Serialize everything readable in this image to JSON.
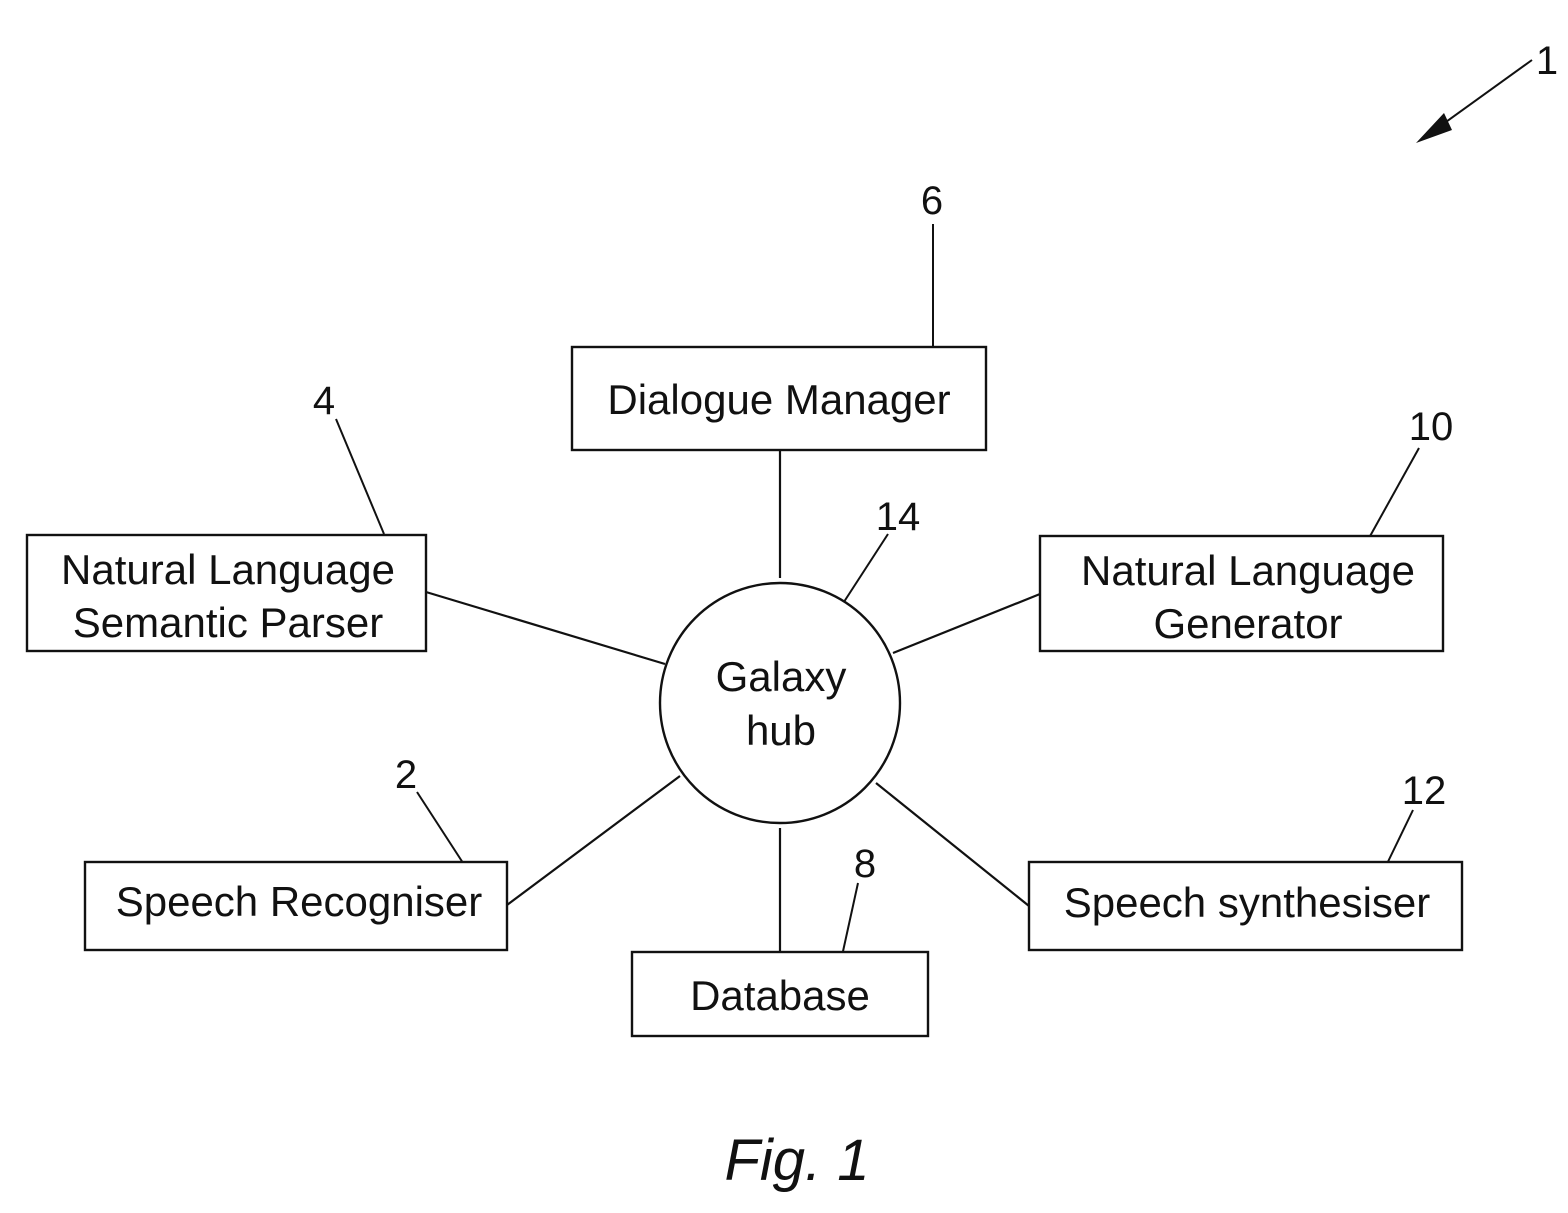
{
  "diagram": {
    "system_ref": "1",
    "hub": {
      "ref": "14",
      "line1": "Galaxy",
      "line2": "hub"
    },
    "components": {
      "dialogue_manager": {
        "ref": "6",
        "line1": "Dialogue Manager"
      },
      "nl_parser": {
        "ref": "4",
        "line1": "Natural Language",
        "line2": "Semantic Parser"
      },
      "nl_generator": {
        "ref": "10",
        "line1": "Natural Language",
        "line2": "Generator"
      },
      "speech_recogniser": {
        "ref": "2",
        "line1": "Speech Recogniser"
      },
      "database": {
        "ref": "8",
        "line1": "Database"
      },
      "speech_synthesiser": {
        "ref": "12",
        "line1": "Speech synthesiser"
      }
    },
    "caption": "Fig. 1"
  }
}
